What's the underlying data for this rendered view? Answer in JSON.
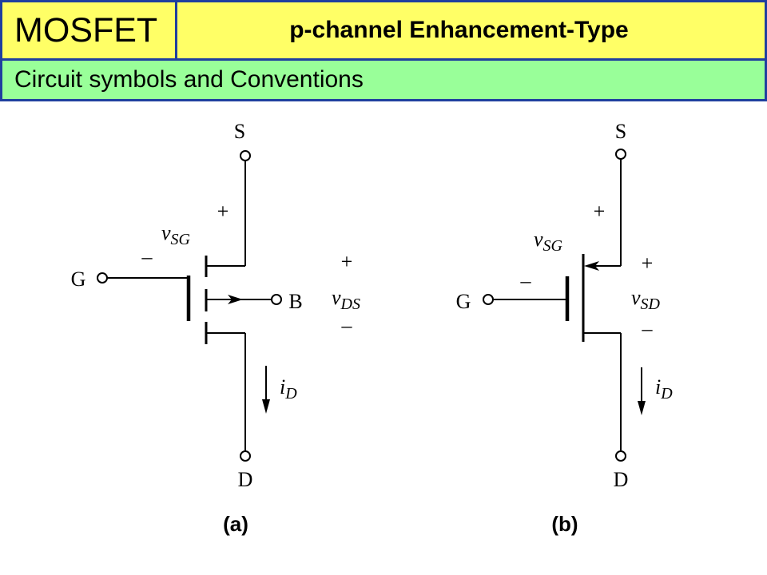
{
  "header": {
    "title": "MOSFET",
    "subtitle": "p-channel Enhancement-Type"
  },
  "banner": {
    "text": "Circuit symbols and Conventions"
  },
  "colors": {
    "header_bg": "#ffff66",
    "banner_bg": "#99ff99",
    "border": "#1f3f9f"
  },
  "diagram_a": {
    "caption": "(a)",
    "source": "S",
    "gate": "G",
    "body": "B",
    "drain": "D",
    "vsg": {
      "plus": "+",
      "symbol": "v",
      "sub": "SG",
      "minus": "–"
    },
    "vds": {
      "plus": "+",
      "symbol": "v",
      "sub": "DS",
      "minus": "–"
    },
    "id": {
      "symbol": "i",
      "sub": "D"
    }
  },
  "diagram_b": {
    "caption": "(b)",
    "source": "S",
    "gate": "G",
    "drain": "D",
    "vsg": {
      "plus": "+",
      "symbol": "v",
      "sub": "SG",
      "minus": "–"
    },
    "vsd": {
      "plus": "+",
      "symbol": "v",
      "sub": "SD",
      "minus": "–"
    },
    "id": {
      "symbol": "i",
      "sub": "D"
    }
  }
}
